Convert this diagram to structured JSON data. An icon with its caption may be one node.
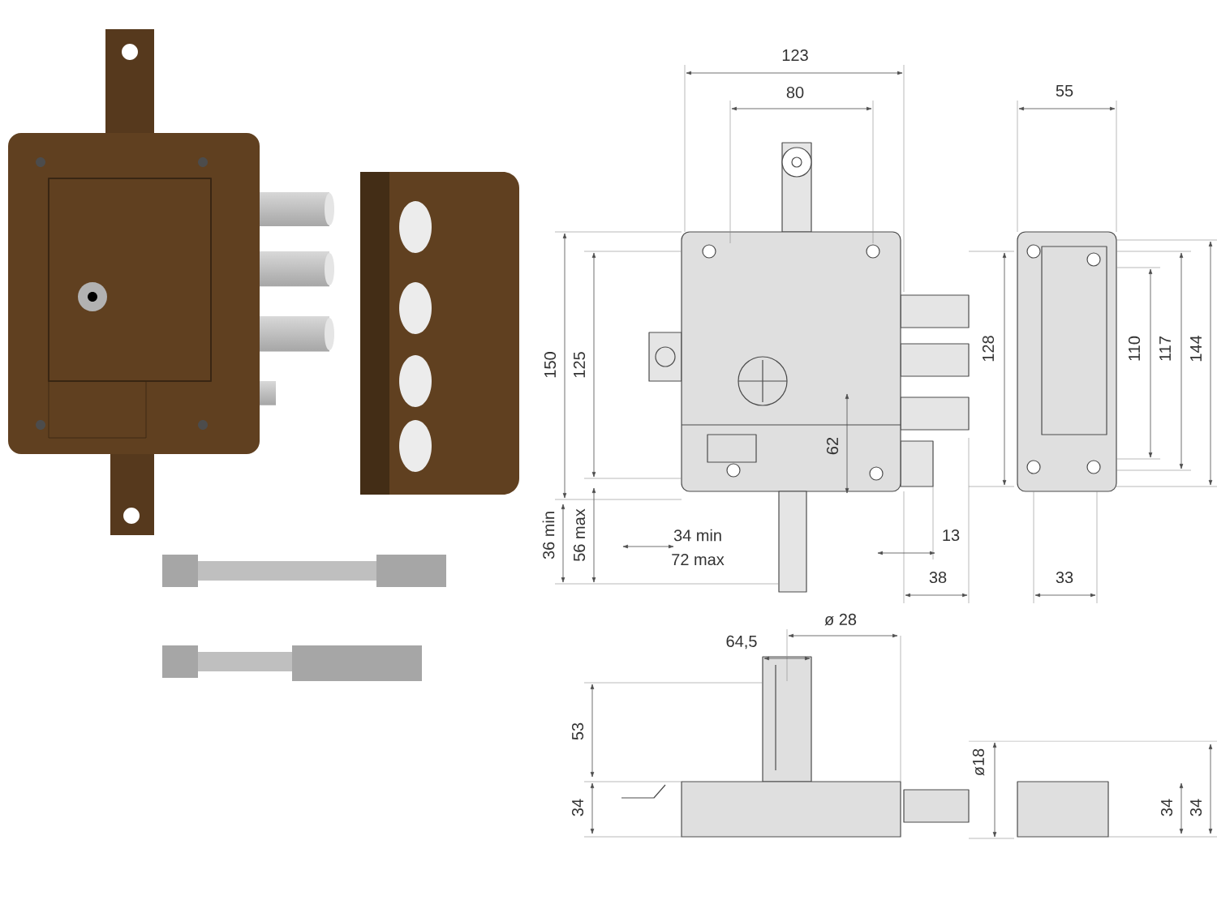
{
  "diagram": {
    "labels": [
      "123",
      "80",
      "55",
      "150",
      "125",
      "128",
      "110",
      "117",
      "144",
      "62",
      "36 min",
      "56 max",
      "34 min",
      "72 max",
      "13",
      "38",
      "33",
      "64,5",
      "ø 28",
      "53",
      "ø18",
      "34",
      "34",
      "34"
    ]
  }
}
